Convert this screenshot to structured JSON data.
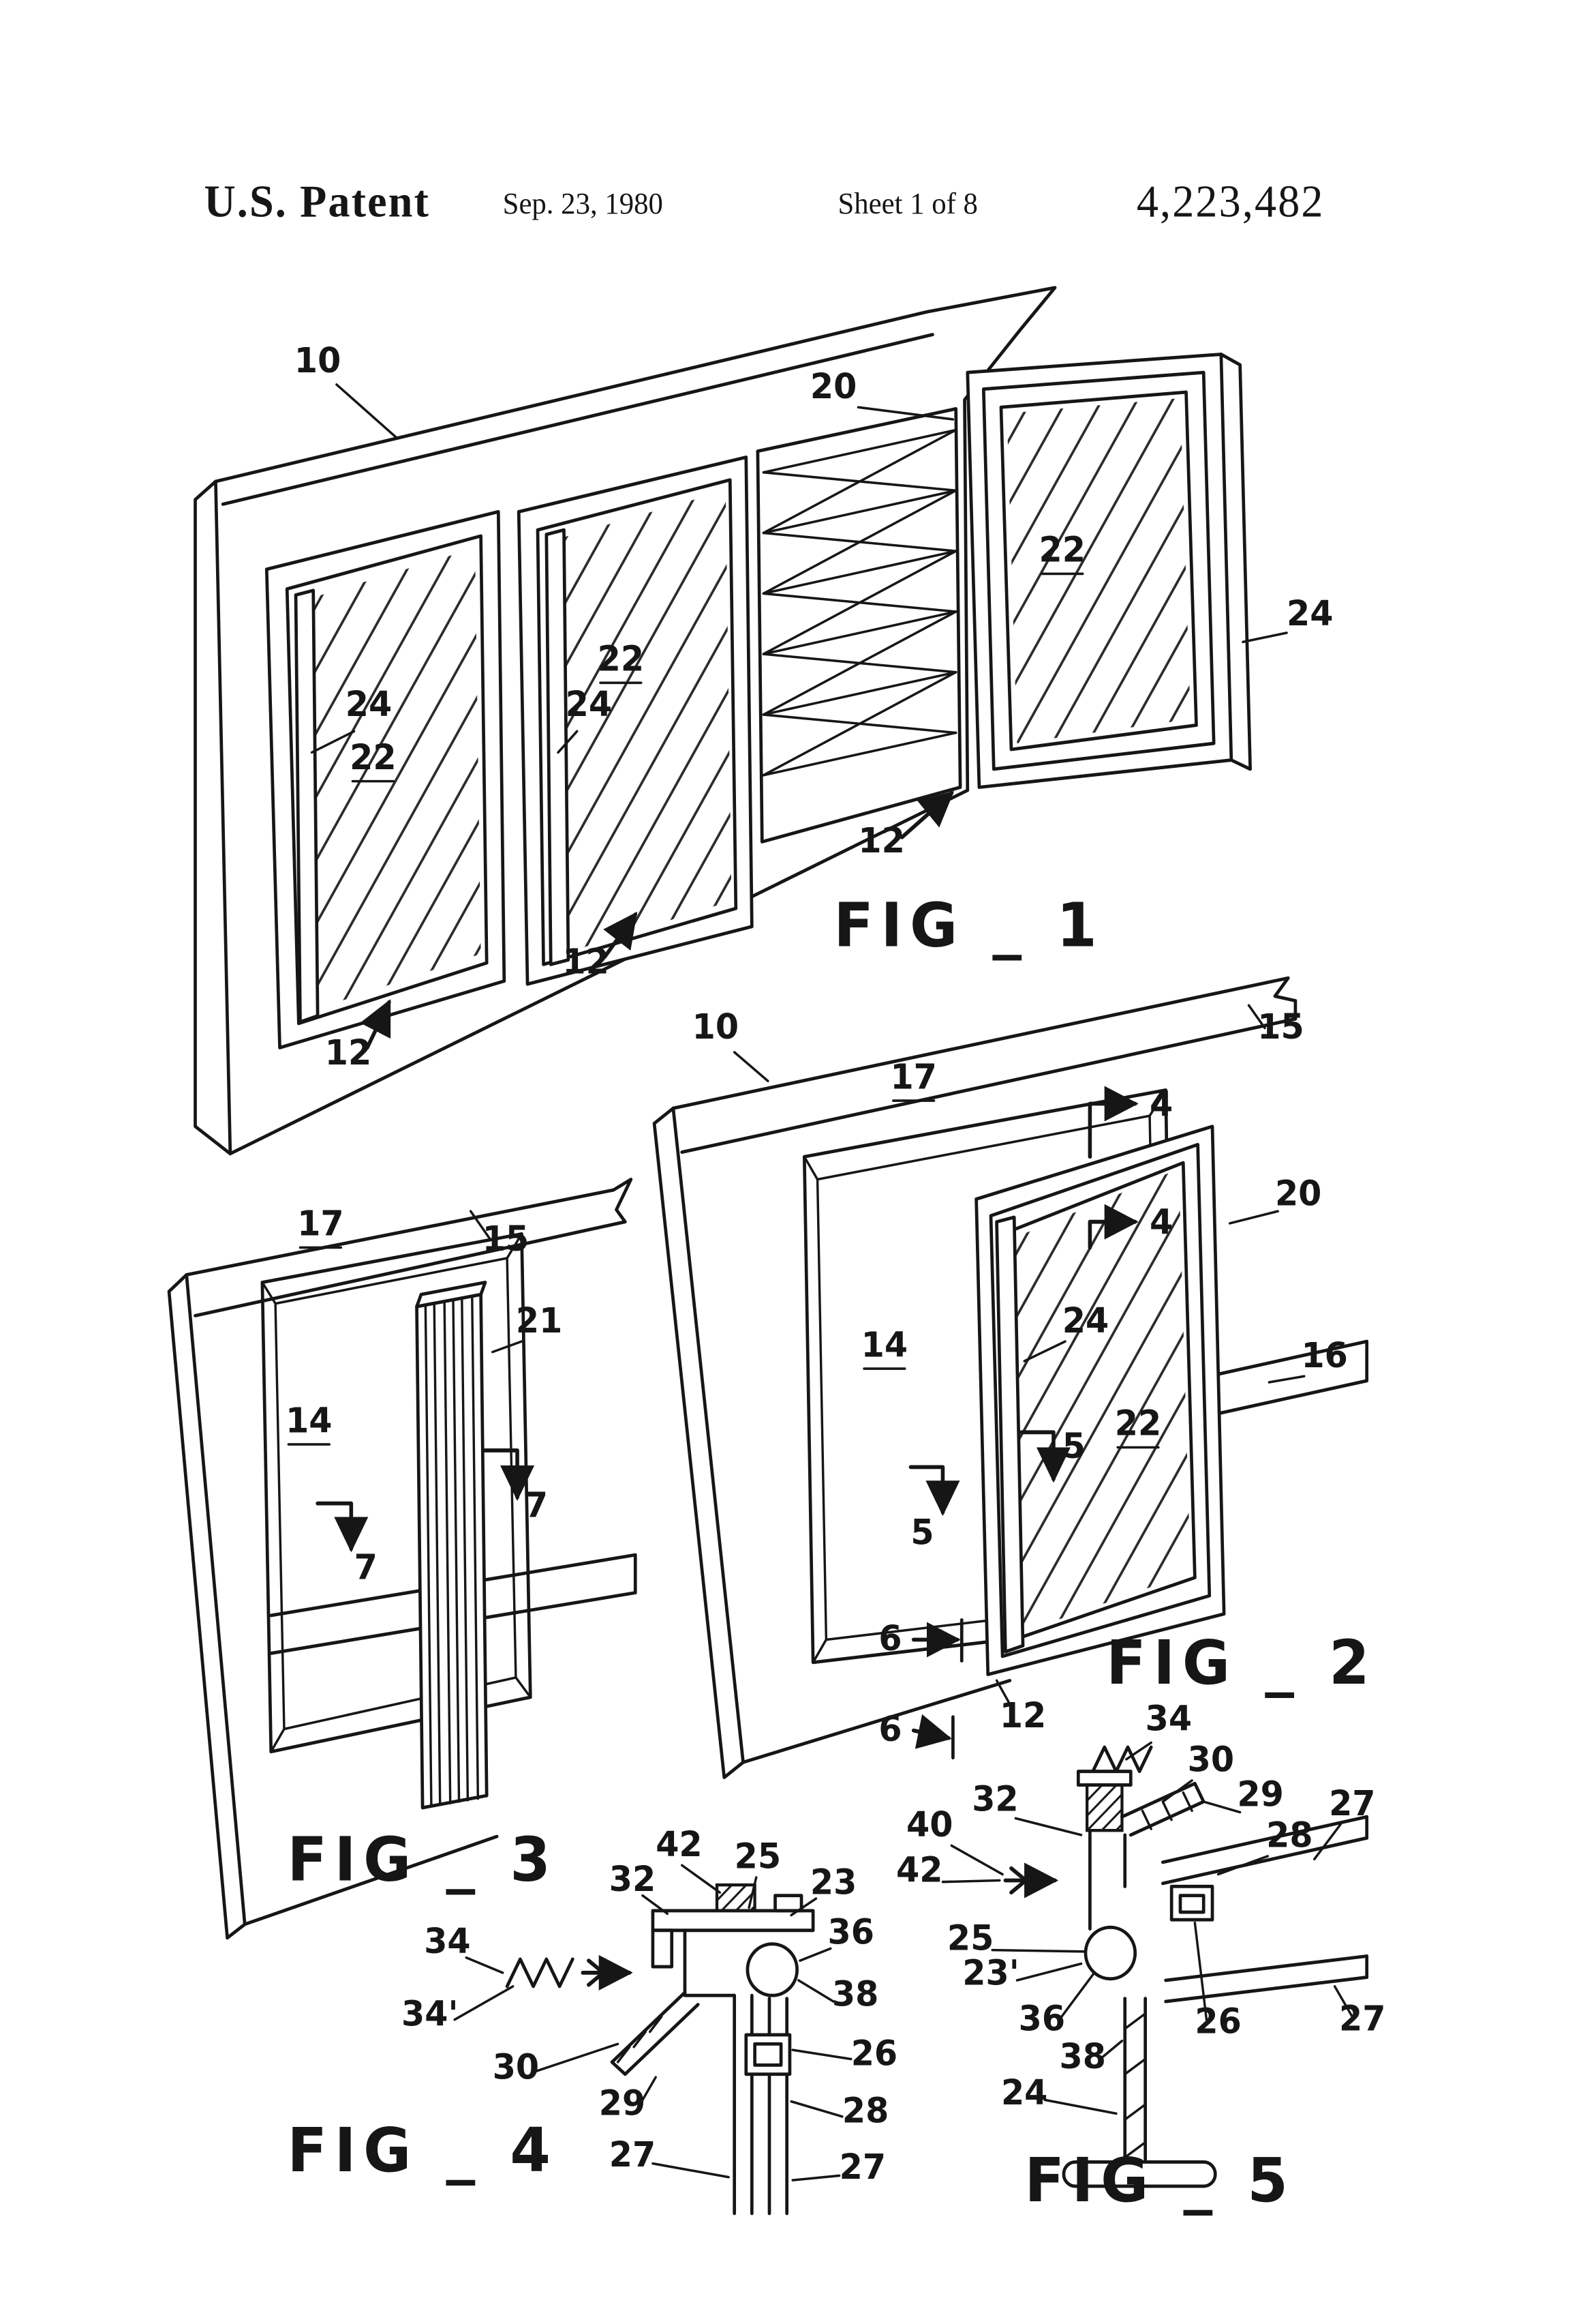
{
  "page": {
    "background": "#ffffff",
    "ink": "#161616"
  },
  "header": {
    "title": "U.S. Patent",
    "date": "Sep. 23, 1980",
    "sheet": "Sheet 1 of 8",
    "patent_number": "4,223,482"
  },
  "fig1": {
    "caption": "FIG _ 1",
    "refs": {
      "r10": "10",
      "r12": "12",
      "r20": "20",
      "r22": "22",
      "r24": "24"
    }
  },
  "fig2": {
    "caption": "FIG _ 2",
    "refs": {
      "r4": "4",
      "r5": "5",
      "r6": "6",
      "r10": "10",
      "r12": "12",
      "r14": "14",
      "r15": "15",
      "r16": "16",
      "r17": "17",
      "r20": "20",
      "r22": "22",
      "r24": "24"
    }
  },
  "fig3": {
    "caption": "FIG _ 3",
    "refs": {
      "r7": "7",
      "r14": "14",
      "r15": "15",
      "r17": "17",
      "r21": "21"
    }
  },
  "fig4": {
    "caption": "FIG _ 4",
    "refs": {
      "r23": "23",
      "r25": "25",
      "r26": "26",
      "r27": "27",
      "r28": "28",
      "r29": "29",
      "r30": "30",
      "r32": "32",
      "r34": "34",
      "r34p": "34'",
      "r36": "36",
      "r38": "38",
      "r42": "42"
    }
  },
  "fig5": {
    "caption": "FIG _ 5",
    "refs": {
      "r23p": "23'",
      "r24": "24",
      "r25": "25",
      "r26": "26",
      "r27": "27",
      "r28": "28",
      "r29": "29",
      "r30": "30",
      "r32": "32",
      "r34": "34",
      "r36": "36",
      "r38": "38",
      "r40": "40",
      "r42": "42"
    }
  }
}
